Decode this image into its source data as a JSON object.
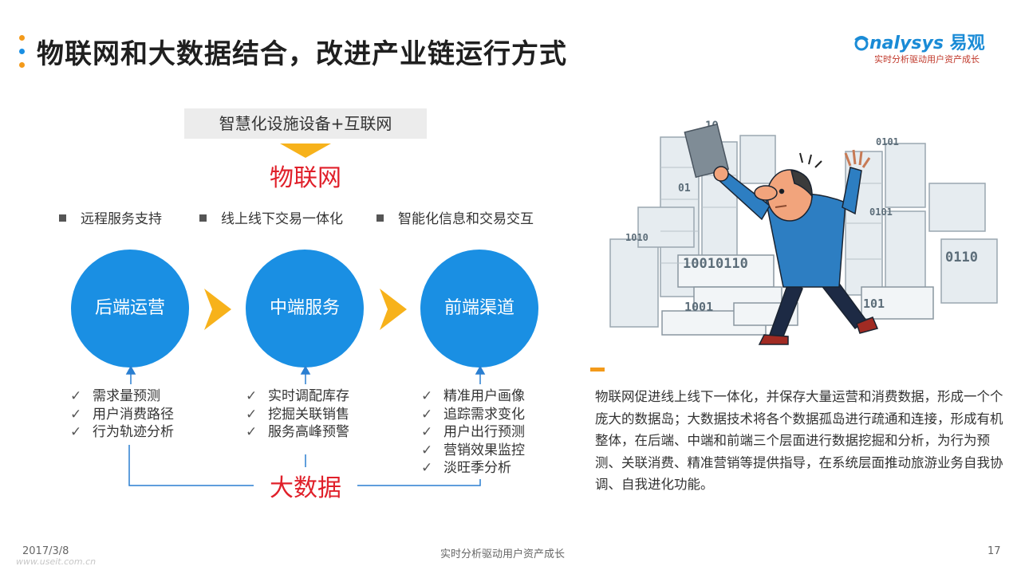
{
  "header": {
    "title": "物联网和大数据结合，改进产业链运行方式",
    "dot_colors": [
      "#f39a1a",
      "#1a8fe3",
      "#f39a1a"
    ],
    "logo_brand": "nalysys",
    "logo_brand_cn": "易观",
    "logo_slogan": "实时分析驱动用户资产成长"
  },
  "diagram": {
    "top_box": "智慧化设施设备+互联网",
    "iot_label": "物联网",
    "bullets": [
      "远程服务支持",
      "线上线下交易一体化",
      "智能化信息和交易交互"
    ],
    "circles": [
      "后端运营",
      "中端服务",
      "前端渠道"
    ],
    "lists": [
      [
        "需求量预测",
        "用户消费路径",
        "行为轨迹分析"
      ],
      [
        "实时调配库存",
        "挖掘关联销售",
        "服务高峰预警"
      ],
      [
        "精准用户画像",
        "追踪需求变化",
        "用户出行预测",
        "营销效果监控",
        "淡旺季分析"
      ]
    ],
    "check_glyph": "✓",
    "bigdata_label": "大数据",
    "colors": {
      "circle": "#1a8fe3",
      "arrow": "#f7b21b",
      "accent_red": "#e0202a",
      "line": "#2a7fd1"
    }
  },
  "illustration": {
    "binary_texts": [
      "10",
      "01",
      "1010",
      "0101",
      "1001",
      "101",
      "0110",
      "10010110"
    ]
  },
  "text_block": "物联网促进线上线下一体化，并保存大量运营和消费数据，形成一个个庞大的数据岛；大数据技术将各个数据孤岛进行疏通和连接，形成有机整体，在后端、中端和前端三个层面进行数据挖掘和分析，为行为预测、关联消费、精准营销等提供指导，在系统层面推动旅游业务自我协调、自我进化功能。",
  "footer": {
    "date": "2017/3/8",
    "slogan": "实时分析驱动用户资产成长",
    "page_number": "17",
    "site": "www.useit.com.cn"
  }
}
